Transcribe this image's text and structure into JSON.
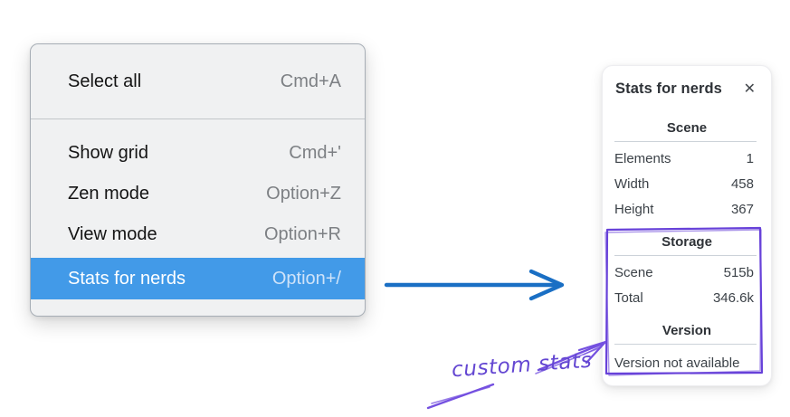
{
  "context_menu": {
    "groups": [
      {
        "items": [
          {
            "label": "Select all",
            "shortcut": "Cmd+A",
            "highlighted": false
          }
        ]
      },
      {
        "items": [
          {
            "label": "Show grid",
            "shortcut": "Cmd+'",
            "highlighted": false
          },
          {
            "label": "Zen mode",
            "shortcut": "Option+Z",
            "highlighted": false
          },
          {
            "label": "View mode",
            "shortcut": "Option+R",
            "highlighted": false
          },
          {
            "label": "Stats for nerds",
            "shortcut": "Option+/",
            "highlighted": true
          }
        ]
      }
    ]
  },
  "stats_panel": {
    "title": "Stats for nerds",
    "close_glyph": "✕",
    "sections": [
      {
        "heading": "Scene",
        "rows": [
          {
            "label": "Elements",
            "value": "1"
          },
          {
            "label": "Width",
            "value": "458"
          },
          {
            "label": "Height",
            "value": "367"
          }
        ]
      },
      {
        "heading": "Storage",
        "rows": [
          {
            "label": "Scene",
            "value": "515b"
          },
          {
            "label": "Total",
            "value": "346.6k"
          }
        ]
      },
      {
        "heading": "Version",
        "note": "Version not available"
      }
    ]
  },
  "annotations": {
    "custom_stats_label": "custom stats",
    "colors": {
      "arrow_blue": "#1a6fc4",
      "sketch_purple": "#6741d9",
      "menu_highlight_blue": "#429ae8"
    }
  }
}
